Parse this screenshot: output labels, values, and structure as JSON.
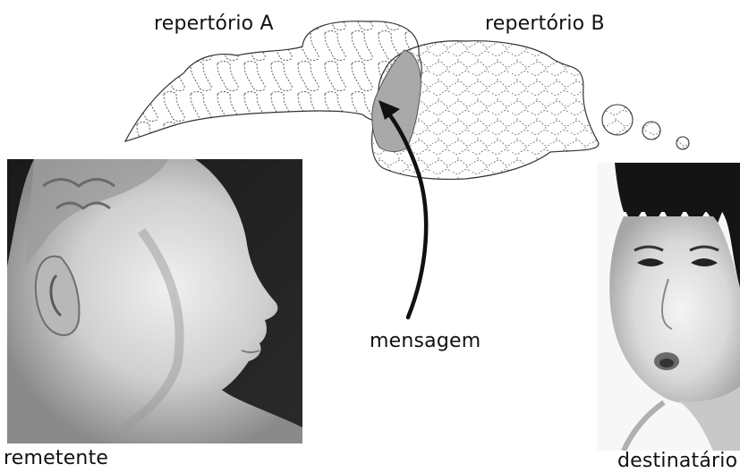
{
  "labels": {
    "repertorio_a": "repertório A",
    "repertorio_b": "repertório B",
    "mensagem": "mensagem",
    "remetente": "remetente",
    "destinatario": "destinatário"
  },
  "colors": {
    "overlap_fill": "#a9a9a9",
    "cloud_stroke": "#333333",
    "arrow": "#111111",
    "text": "#111111"
  },
  "images": {
    "sender_photo": "grayscale sculpture head in profile facing right",
    "recipient_photo": "grayscale photo of a woman with bangs looking left, surprised"
  }
}
